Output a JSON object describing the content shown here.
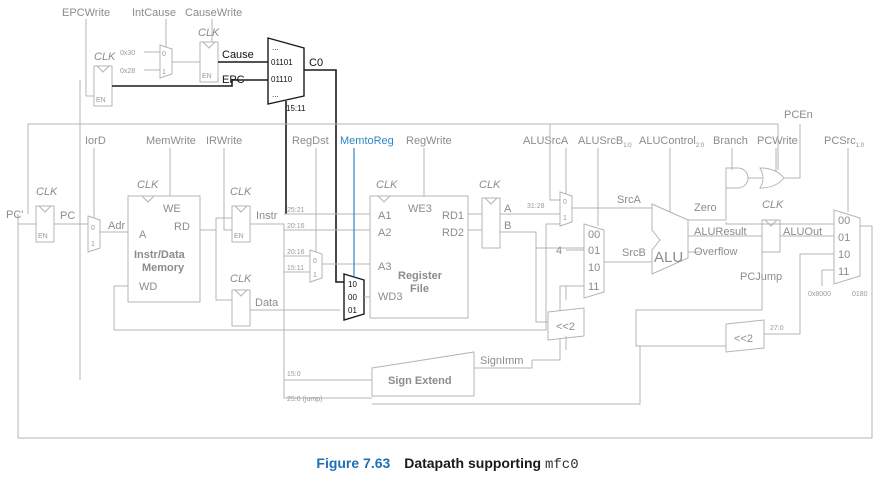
{
  "caption": {
    "number": "Figure 7.63",
    "title": "Datapath supporting",
    "mono": "mfc0"
  },
  "signals": {
    "epcwrite": "EPCWrite",
    "intcause": "IntCause",
    "causewrite": "CauseWrite",
    "iord": "IorD",
    "memwrite": "MemWrite",
    "irwrite": "IRWrite",
    "regdst": "RegDst",
    "memtoreg": "MemtoReg",
    "regwrite": "RegWrite",
    "alusrca": "ALUSrcA",
    "alusrcb": "ALUSrcB",
    "alusrcb_sub": "1:0",
    "alucontrol": "ALUControl",
    "alucontrol_sub": "2:0",
    "branch": "Branch",
    "pcwrite": "PCWrite",
    "pcen": "PCEn",
    "pcsrc": "PCSrc",
    "pcsrc_sub": "1:0"
  },
  "labels": {
    "clk": "CLK",
    "en": "EN",
    "cause": "Cause",
    "epc": "EPC",
    "c0": "C0",
    "hex30": "0x30",
    "hex28": "0x28",
    "dots": "...",
    "code_cause": "01101",
    "code_epc": "01110",
    "bits_1511": "15:11",
    "pcprime": "PC'",
    "pc": "PC",
    "adr": "Adr",
    "we": "WE",
    "a": "A",
    "rd": "RD",
    "wd": "WD",
    "mem_line1": "Instr/Data",
    "mem_line2": "Memory",
    "instr": "Instr",
    "data": "Data",
    "b2521": "25:21",
    "b2016": "20:16",
    "b2016b": "20:16",
    "b1511": "15:11",
    "a1": "A1",
    "a2": "A2",
    "a3": "A3",
    "we3": "WE3",
    "wd3": "WD3",
    "rd1": "RD1",
    "rd2": "RD2",
    "rf_line1": "Register",
    "rf_line2": "File",
    "reg_a": "A",
    "reg_b": "B",
    "b3128": "31:28",
    "srca": "SrcA",
    "srcb": "SrcB",
    "alu": "ALU",
    "zero": "Zero",
    "aluresult": "ALUResult",
    "overflow": "Overflow",
    "aluout": "ALUOut",
    "pcjump": "PCJump",
    "four": "4",
    "shl2": "<<2",
    "b270": "27:0",
    "signimm": "SignImm",
    "signext": "Sign Extend",
    "b150": "15:0",
    "b250": "25:0 (jump)",
    "hex8000": "0x8000",
    "hex0180": "0180",
    "m0": "0",
    "m1": "1",
    "m00": "00",
    "m01": "01",
    "m10": "10",
    "m11": "11"
  }
}
